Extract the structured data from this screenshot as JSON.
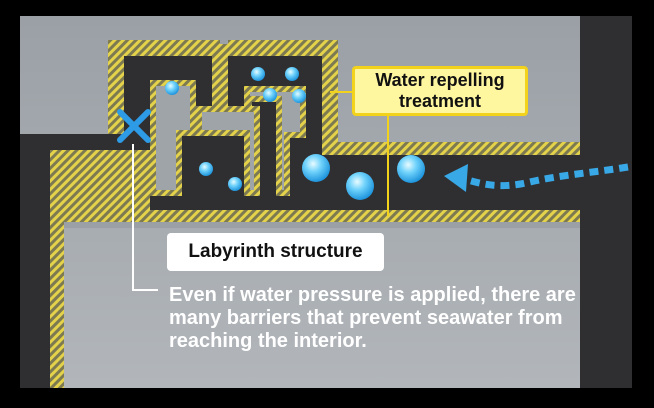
{
  "labels": {
    "water_repelling": "Water repelling treatment",
    "labyrinth": "Labyrinth structure",
    "description": "Even if water pressure is applied, there are many barriers that prevent seawater from reaching the interior."
  },
  "icons": {
    "blocked": "x-mark-icon",
    "flow": "water-flow-arrow-icon",
    "droplet": "water-droplet-icon"
  },
  "colors": {
    "background": "#000000",
    "panel": "#a0a5aa",
    "channel": "#2f2f31",
    "hatch_yellow": "#e3d24a",
    "drop_blue": "#38b6ee",
    "arrow_blue": "#39a8e6",
    "x_blue": "#2e9be6",
    "callout_yellow": "#fff7a0",
    "callout_border": "#f2d21a"
  }
}
